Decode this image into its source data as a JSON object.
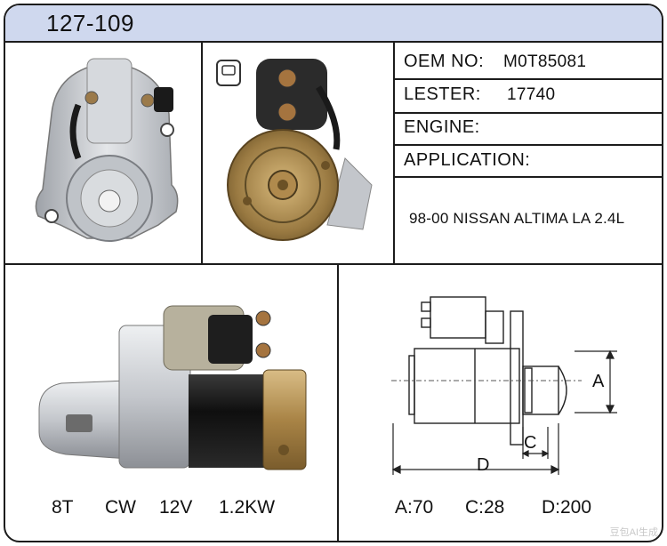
{
  "header": {
    "part_number": "127-109"
  },
  "specs": {
    "oem_label": "OEM NO:",
    "oem_value": "M0T85081",
    "lester_label": "LESTER:",
    "lester_value": "17740",
    "engine_label": "ENGINE:",
    "engine_value": "",
    "application_label": "APPLICATION:",
    "application_value": "98-00 NISSAN ALTIMA LA 2.4L"
  },
  "product": {
    "teeth": "8T",
    "rotation": "CW",
    "voltage": "12V",
    "power": "1.2KW"
  },
  "dimensions": {
    "a_label": "A",
    "c_label": "C",
    "d_label": "D",
    "a": "A:70",
    "c": "C:28",
    "d": "D:200"
  },
  "watermark": "豆包AI生成",
  "colors": {
    "header_bg": "#cfd8ee",
    "border": "#1c1c1c",
    "aluminum": "#c9ccd1",
    "copper": "#b5894f",
    "black_body": "#151515"
  }
}
